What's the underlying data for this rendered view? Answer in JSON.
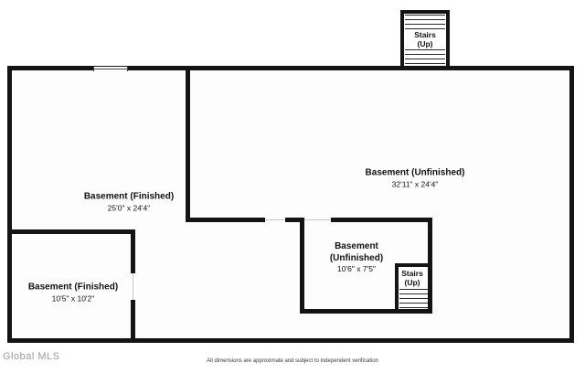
{
  "watermark": "Global MLS",
  "footer": "All dimensions are approximate and subject to independent verification",
  "rooms": {
    "finished_main": {
      "name": "Basement (Finished)",
      "dims": "25'0\" x 24'4\""
    },
    "unfinished_main": {
      "name": "Basement (Unfinished)",
      "dims": "32'11\" x 24'4\""
    },
    "finished_small": {
      "name": "Basement (Finished)",
      "dims": "10'5\" x 10'2\""
    },
    "unfinished_small": {
      "name_line1": "Basement",
      "name_line2": "(Unfinished)",
      "dims": "10'6\" x 7'5\""
    }
  },
  "stairs": {
    "top": {
      "line1": "Stairs",
      "line2": "(Up)"
    },
    "bottom": {
      "line1": "Stairs",
      "line2": "(Up)"
    }
  },
  "colors": {
    "wall": "#141414",
    "text": "#111111",
    "watermark": "#9b9b9b"
  }
}
